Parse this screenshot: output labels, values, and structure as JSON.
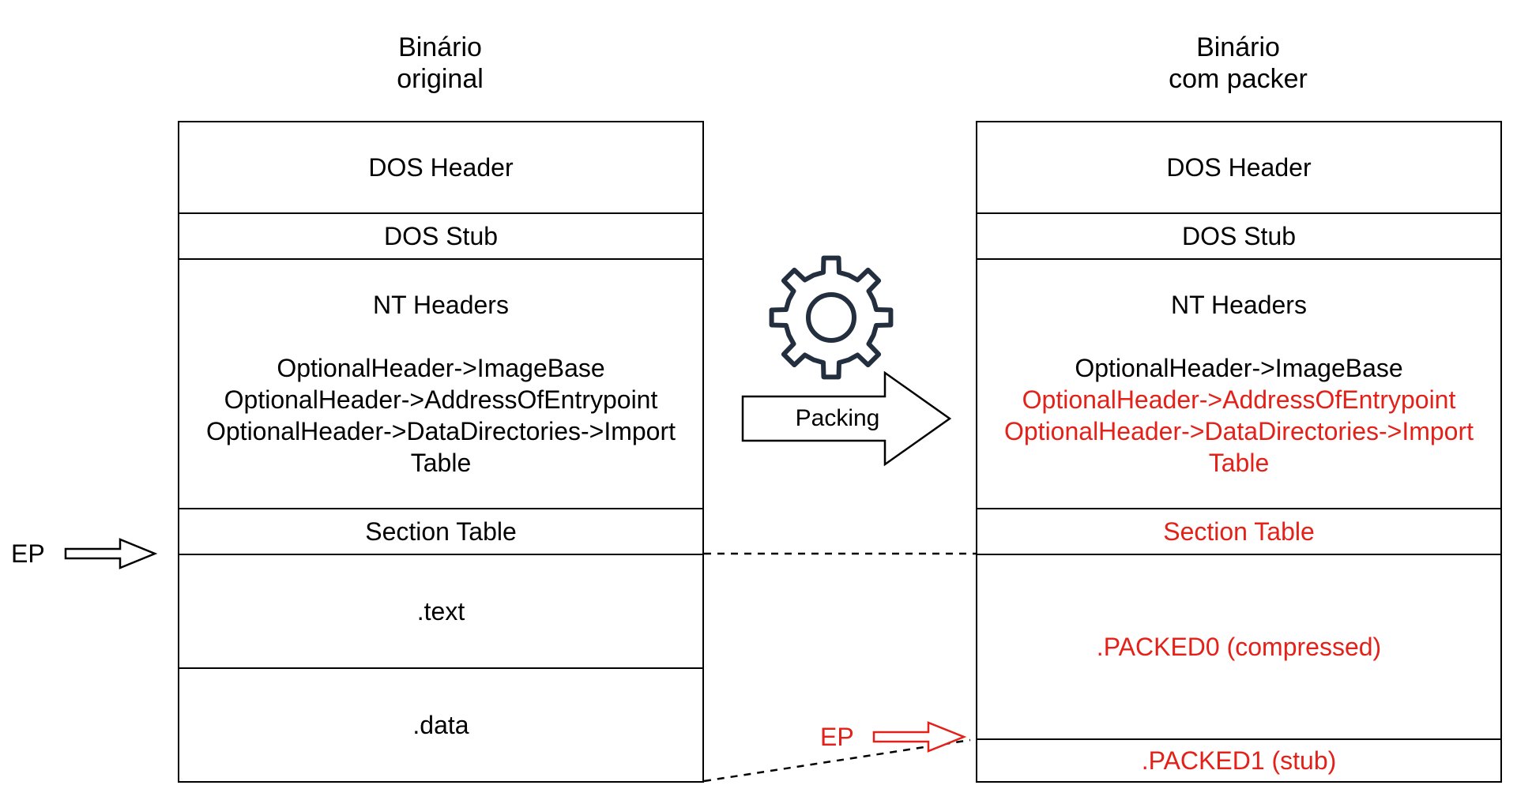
{
  "left": {
    "title_line1": "Binário",
    "title_line2": "original",
    "sections": {
      "dos_header": "DOS Header",
      "dos_stub": "DOS Stub",
      "nt_headers": "NT Headers",
      "image_base": "OptionalHeader->ImageBase",
      "entrypoint": "OptionalHeader->AddressOfEntrypoint",
      "import_line1": "OptionalHeader->DataDirectories->Import",
      "import_line2": "Table",
      "section_table": "Section Table",
      "text": ".text",
      "data": ".data"
    },
    "ep_label": "EP"
  },
  "right": {
    "title_line1": "Binário",
    "title_line2": "com packer",
    "sections": {
      "dos_header": "DOS Header",
      "dos_stub": "DOS Stub",
      "nt_headers": "NT Headers",
      "image_base": "OptionalHeader->ImageBase",
      "entrypoint": "OptionalHeader->AddressOfEntrypoint",
      "import_line1": "OptionalHeader->DataDirectories->Import",
      "import_line2": "Table",
      "section_table": "Section Table",
      "packed0": ".PACKED0 (compressed)",
      "packed1": ".PACKED1 (stub)"
    },
    "ep_label": "EP"
  },
  "arrow_label": "Packing",
  "icons": [
    "gear-icon",
    "packing-arrow-icon",
    "ep-arrow-icon"
  ],
  "colors": {
    "modified": "#e32119",
    "outline": "#000000",
    "gear": "#232f3e"
  }
}
